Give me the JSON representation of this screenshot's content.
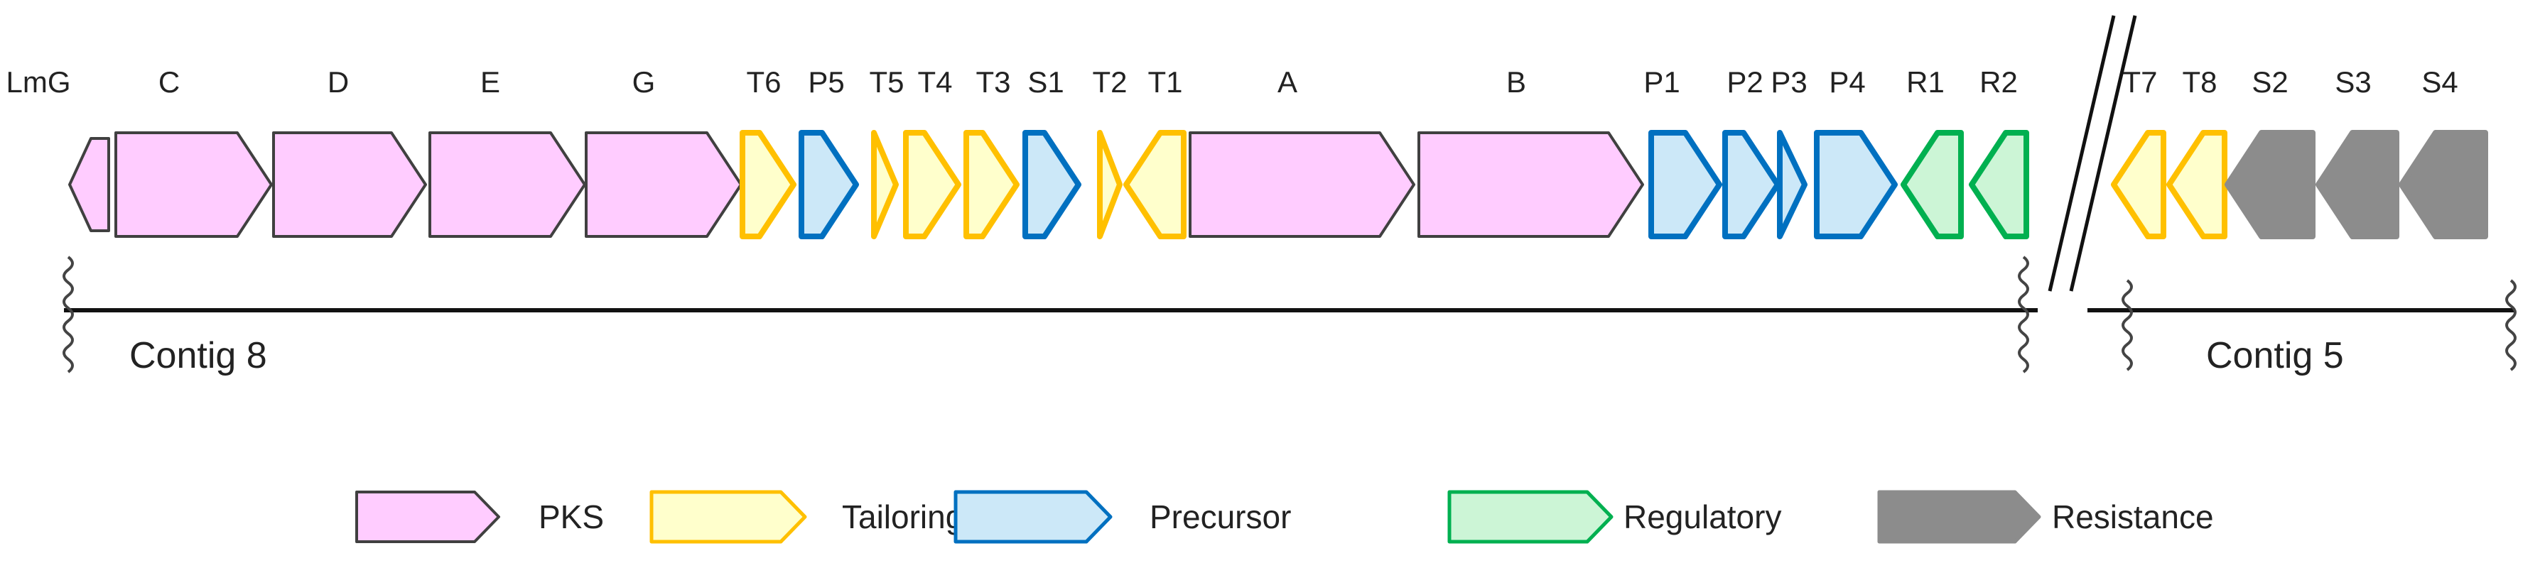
{
  "genes": [
    {
      "label": "LmG",
      "category": "pks",
      "dir": "left"
    },
    {
      "label": "C",
      "category": "pks",
      "dir": "right"
    },
    {
      "label": "D",
      "category": "pks",
      "dir": "right"
    },
    {
      "label": "E",
      "category": "pks",
      "dir": "right"
    },
    {
      "label": "G",
      "category": "pks",
      "dir": "right"
    },
    {
      "label": "T6",
      "category": "tailoring",
      "dir": "right"
    },
    {
      "label": "P5",
      "category": "precursor",
      "dir": "right"
    },
    {
      "label": "T5",
      "category": "tailoring",
      "dir": "right"
    },
    {
      "label": "T4",
      "category": "tailoring",
      "dir": "right"
    },
    {
      "label": "T3",
      "category": "tailoring",
      "dir": "right"
    },
    {
      "label": "S1",
      "category": "precursor",
      "dir": "right"
    },
    {
      "label": "T2",
      "category": "tailoring",
      "dir": "right"
    },
    {
      "label": "T1",
      "category": "tailoring",
      "dir": "left"
    },
    {
      "label": "A",
      "category": "pks",
      "dir": "right"
    },
    {
      "label": "B",
      "category": "pks",
      "dir": "right"
    },
    {
      "label": "P1",
      "category": "precursor",
      "dir": "right"
    },
    {
      "label": "P2",
      "category": "precursor",
      "dir": "right"
    },
    {
      "label": "P3",
      "category": "precursor",
      "dir": "right"
    },
    {
      "label": "P4",
      "category": "precursor",
      "dir": "right"
    },
    {
      "label": "R1",
      "category": "regulatory",
      "dir": "left"
    },
    {
      "label": "R2",
      "category": "regulatory",
      "dir": "left"
    },
    {
      "label": "T7",
      "category": "tailoring",
      "dir": "left"
    },
    {
      "label": "T8",
      "category": "tailoring",
      "dir": "left"
    },
    {
      "label": "S2",
      "category": "resistance",
      "dir": "left"
    },
    {
      "label": "S3",
      "category": "resistance",
      "dir": "left"
    },
    {
      "label": "S4",
      "category": "resistance",
      "dir": "left"
    }
  ],
  "contigs": [
    {
      "label": "Contig 8"
    },
    {
      "label": "Contig 5"
    }
  ],
  "legend": [
    {
      "category": "pks",
      "label": "PKS"
    },
    {
      "category": "tailoring",
      "label": "Tailoring"
    },
    {
      "category": "precursor",
      "label": "Precursor"
    },
    {
      "category": "regulatory",
      "label": "Regulatory"
    },
    {
      "category": "resistance",
      "label": "Resistance"
    }
  ],
  "colors": {
    "pks": {
      "fill": "#ffccff",
      "stroke": "#404040"
    },
    "tailoring": {
      "fill": "#ffffcc",
      "stroke": "#ffc000"
    },
    "precursor": {
      "fill": "#cce8f8",
      "stroke": "#0070c0"
    },
    "regulatory": {
      "fill": "#ccf5d6",
      "stroke": "#00b050"
    },
    "resistance": {
      "fill": "#8c8c8c",
      "stroke": "#8c8c8c"
    }
  }
}
